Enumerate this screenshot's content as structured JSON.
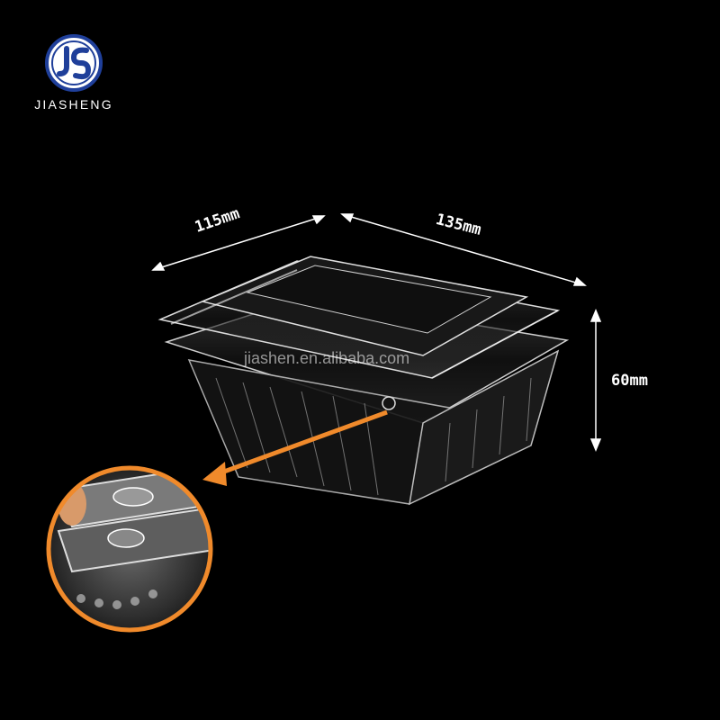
{
  "logo": {
    "monogram": "JS",
    "brand_name": "JIASHENG",
    "colors": {
      "ring": "#1f3f9a",
      "badge_fill": "#ffffff",
      "letters": "#1f3f9a",
      "text": "#ffffff"
    }
  },
  "product": {
    "dimensions": {
      "width": "115mm",
      "length": "135mm",
      "height": "60mm"
    },
    "watermark": "jiashen.en.alibaba.com",
    "callout_arrow_color": "#f08a2b",
    "inset_ring_color": "#f08a2b"
  }
}
